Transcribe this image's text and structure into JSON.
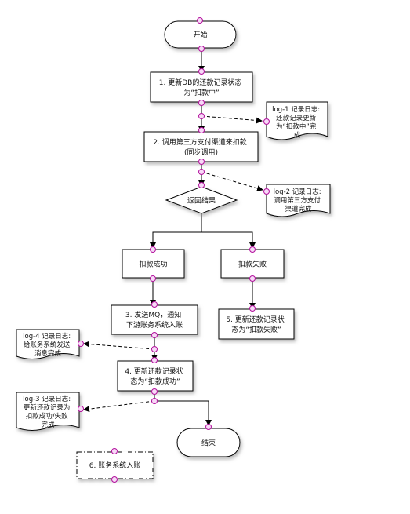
{
  "nodes": {
    "start": {
      "label": "开始"
    },
    "step1": {
      "lines": [
        "1. 更新DB的还款记录状态",
        "为“扣款中”"
      ]
    },
    "step2": {
      "lines": [
        "2. 调用第三方支付渠道来扣款",
        "(同步调用)"
      ]
    },
    "decision": {
      "label": "返回结果"
    },
    "success": {
      "label": "扣款成功"
    },
    "failure": {
      "label": "扣款失败"
    },
    "step3": {
      "lines": [
        "3. 发送MQ，通知",
        "下游账务系统入账"
      ]
    },
    "step4": {
      "lines": [
        "4. 更新还款记录状",
        "态为“扣款成功”"
      ]
    },
    "step5": {
      "lines": [
        "5. 更新还款记录状",
        "态为“扣款失败”"
      ]
    },
    "end": {
      "label": "结束"
    },
    "step6": {
      "label": "6. 账务系统入账"
    }
  },
  "logs": {
    "log1": {
      "lines": [
        "log-1 记录日志:",
        "还款记录更新",
        "为“扣款中”完",
        "成"
      ]
    },
    "log2": {
      "lines": [
        "log-2 记录日志:",
        "调用第三方支付",
        "渠道完成"
      ]
    },
    "log4": {
      "lines": [
        "log-4 记录日志:",
        "给账务系统发送",
        "消息完成"
      ]
    },
    "log3": {
      "lines": [
        "log-3 记录日志:",
        "更新还款记录为",
        "扣款成功/失败",
        "完成"
      ]
    }
  },
  "colors": {
    "stroke": "#000000",
    "port_fill": "#f7d9f7",
    "port_stroke": "#b3119d",
    "shadow": "#9a9a9a"
  }
}
